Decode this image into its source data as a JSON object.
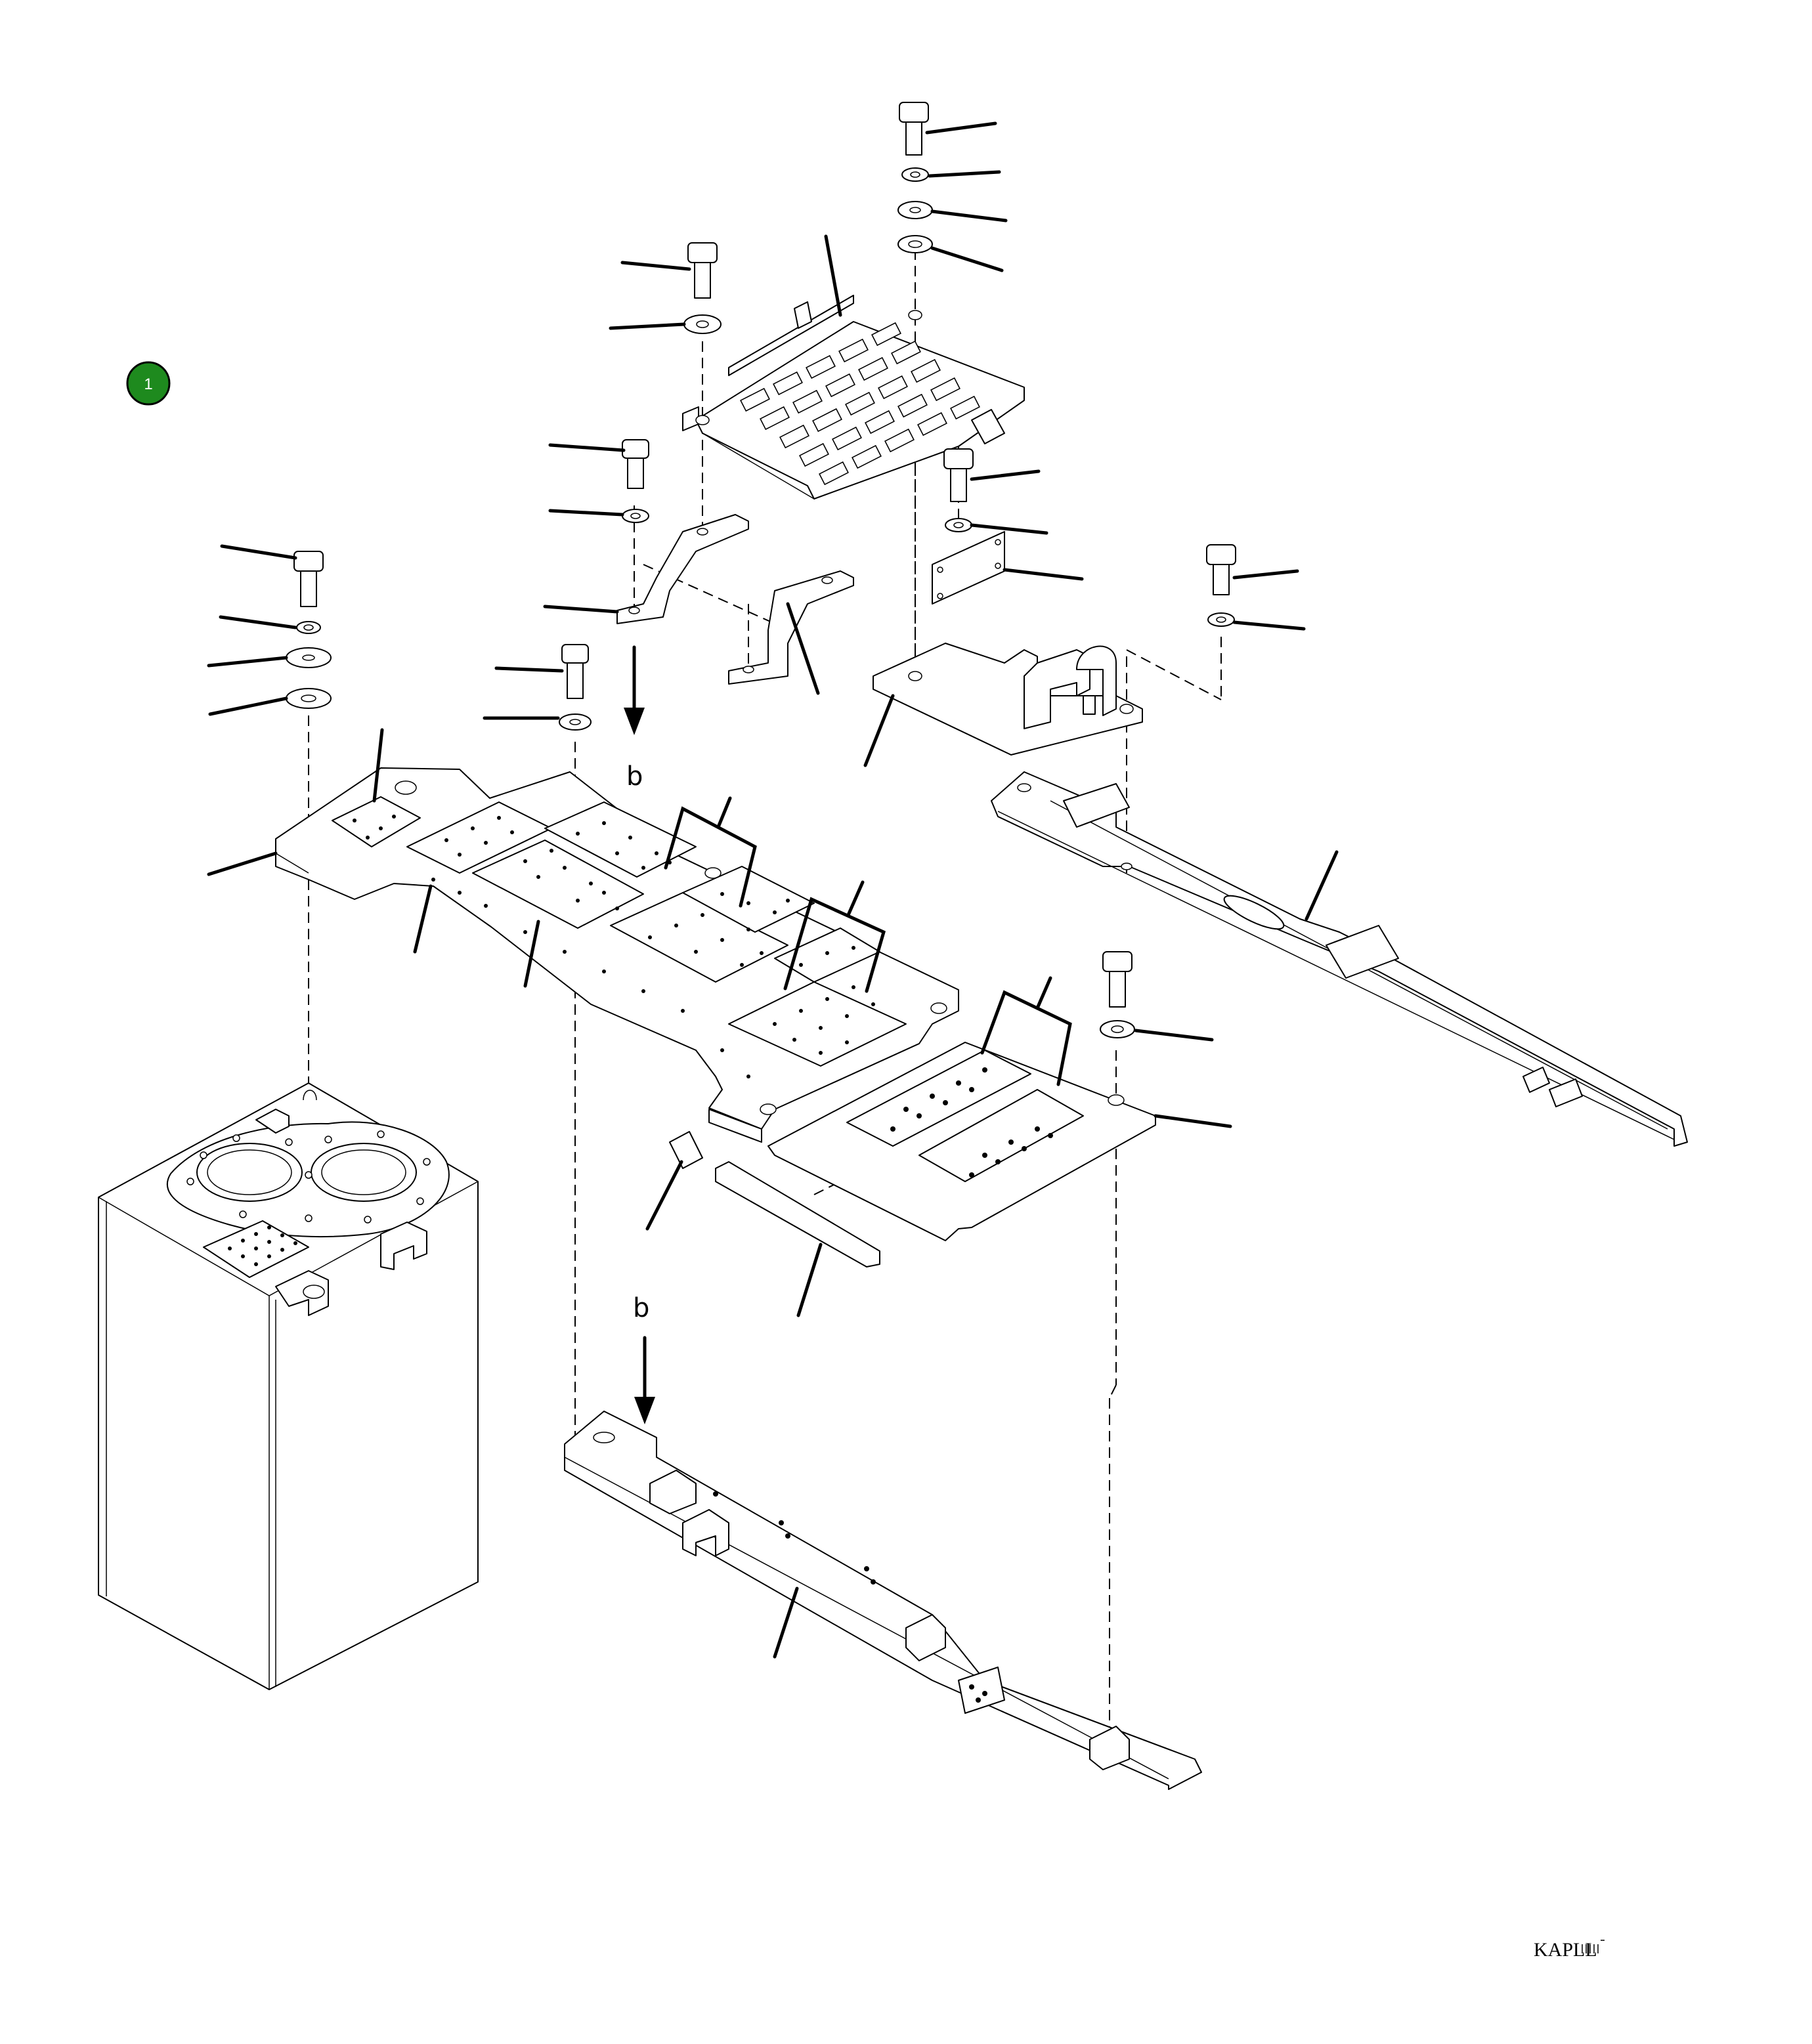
{
  "badge": {
    "label": "1",
    "color": "#1e8a1e"
  },
  "view_labels": [
    "b",
    "b"
  ],
  "drawing_code": "KAPLL"
}
